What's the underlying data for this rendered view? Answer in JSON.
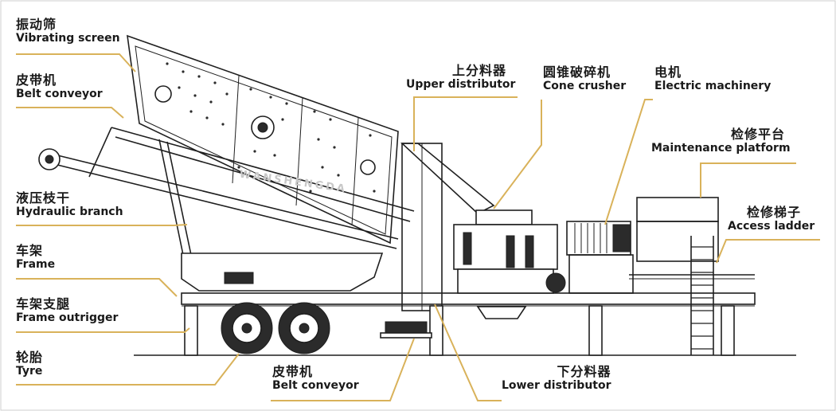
{
  "labels": {
    "vibrating_screen": {
      "zh": "振动筛",
      "en": "Vibrating screen"
    },
    "belt_conveyor_top": {
      "zh": "皮带机",
      "en": "Belt conveyor"
    },
    "hydraulic_branch": {
      "zh": "液压枝干",
      "en": "Hydraulic branch"
    },
    "frame": {
      "zh": "车架",
      "en": "Frame"
    },
    "frame_outrigger": {
      "zh": "车架支腿",
      "en": "Frame outrigger"
    },
    "tyre": {
      "zh": "轮胎",
      "en": "Tyre"
    },
    "belt_conveyor_bottom": {
      "zh": "皮带机",
      "en": "Belt conveyor"
    },
    "lower_distributor": {
      "zh": "下分料器",
      "en": "Lower distributor"
    },
    "upper_distributor": {
      "zh": "上分料器",
      "en": "Upper distributor"
    },
    "cone_crusher": {
      "zh": "圆锥破碎机",
      "en": "Cone crusher"
    },
    "electric_machinery": {
      "zh": "电机",
      "en": "Electric machinery"
    },
    "maintenance_platform": {
      "zh": "检修平台",
      "en": "Maintenance platform"
    },
    "access_ladder": {
      "zh": "检修梯子",
      "en": "Access ladder"
    }
  },
  "colors": {
    "leader": "#d9b25a",
    "ink": "#1f1f1f"
  },
  "watermark": "WANSHENGDA"
}
